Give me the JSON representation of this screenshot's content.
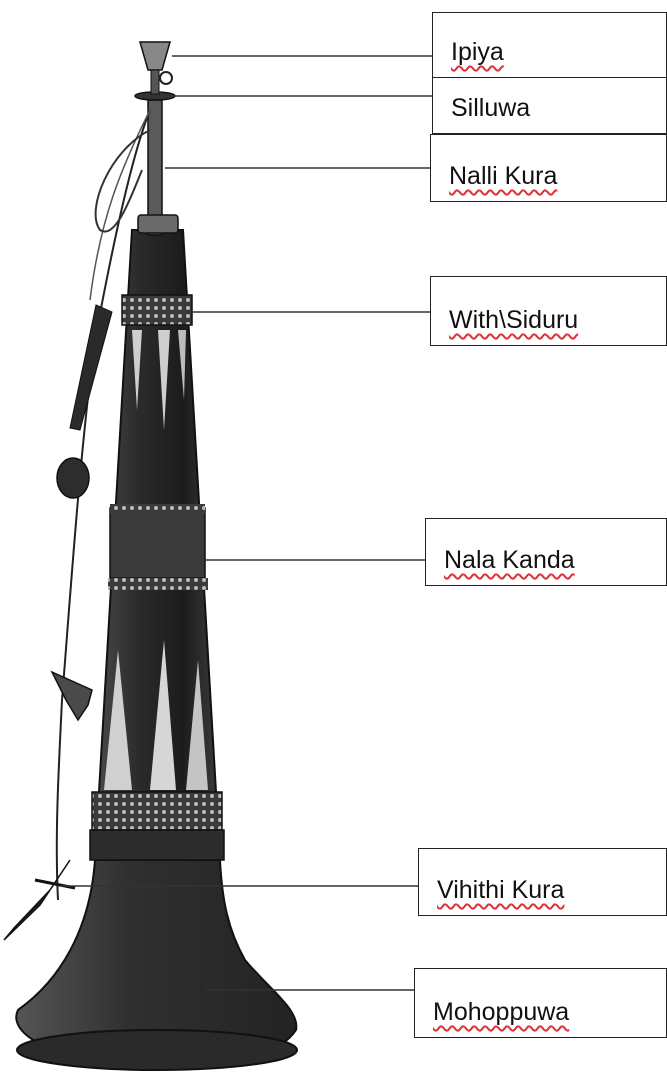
{
  "diagram": {
    "labels": [
      {
        "id": "ipiya",
        "text": "Ipiya",
        "spellcheck": true
      },
      {
        "id": "silluwa",
        "text": "Silluwa",
        "spellcheck": false
      },
      {
        "id": "nalli-kura",
        "text": "Nalli Kura",
        "spellcheck": true
      },
      {
        "id": "with-siduru",
        "text": "With\\Siduru",
        "spellcheck": true
      },
      {
        "id": "nala-kanda",
        "text": "Nala Kanda",
        "spellcheck": true
      },
      {
        "id": "vihithi-kura",
        "text": "Vihithi Kura",
        "spellcheck": true
      },
      {
        "id": "mohoppuwa",
        "text": "Mohoppuwa",
        "spellcheck": true
      }
    ]
  }
}
